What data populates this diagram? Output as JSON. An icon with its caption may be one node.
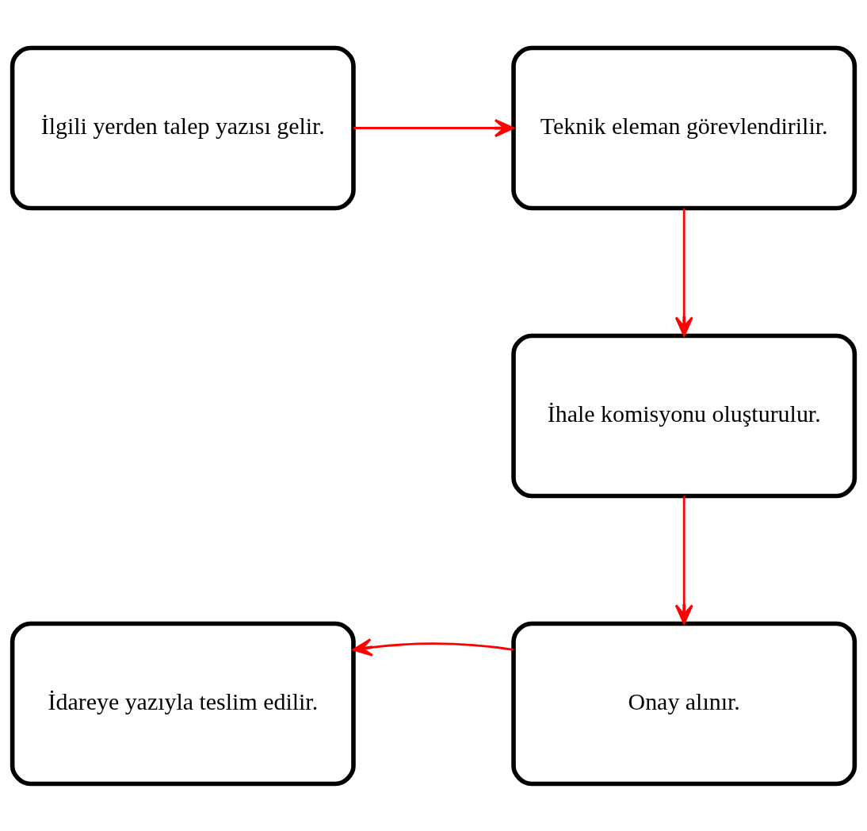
{
  "diagram": {
    "nodes": [
      {
        "text": [
          "İlgili yerden talep yazısı gelir."
        ]
      },
      {
        "text": [
          "Teknik eleman görevlendirilir."
        ]
      },
      {
        "text": [
          "İhale komisyonu oluşturulur."
        ]
      },
      {
        "text": [
          "Onay alınır."
        ]
      },
      {
        "text": [
          "İdareye yazıyla teslim edilir."
        ]
      }
    ],
    "edges": [
      {
        "from": 0,
        "to": 1,
        "arrow": "to"
      },
      {
        "from": 1,
        "to": 2,
        "arrow": "to"
      },
      {
        "from": 2,
        "to": 3,
        "arrow": "to"
      },
      {
        "from": 3,
        "to": 4,
        "arrow": "to"
      }
    ]
  }
}
